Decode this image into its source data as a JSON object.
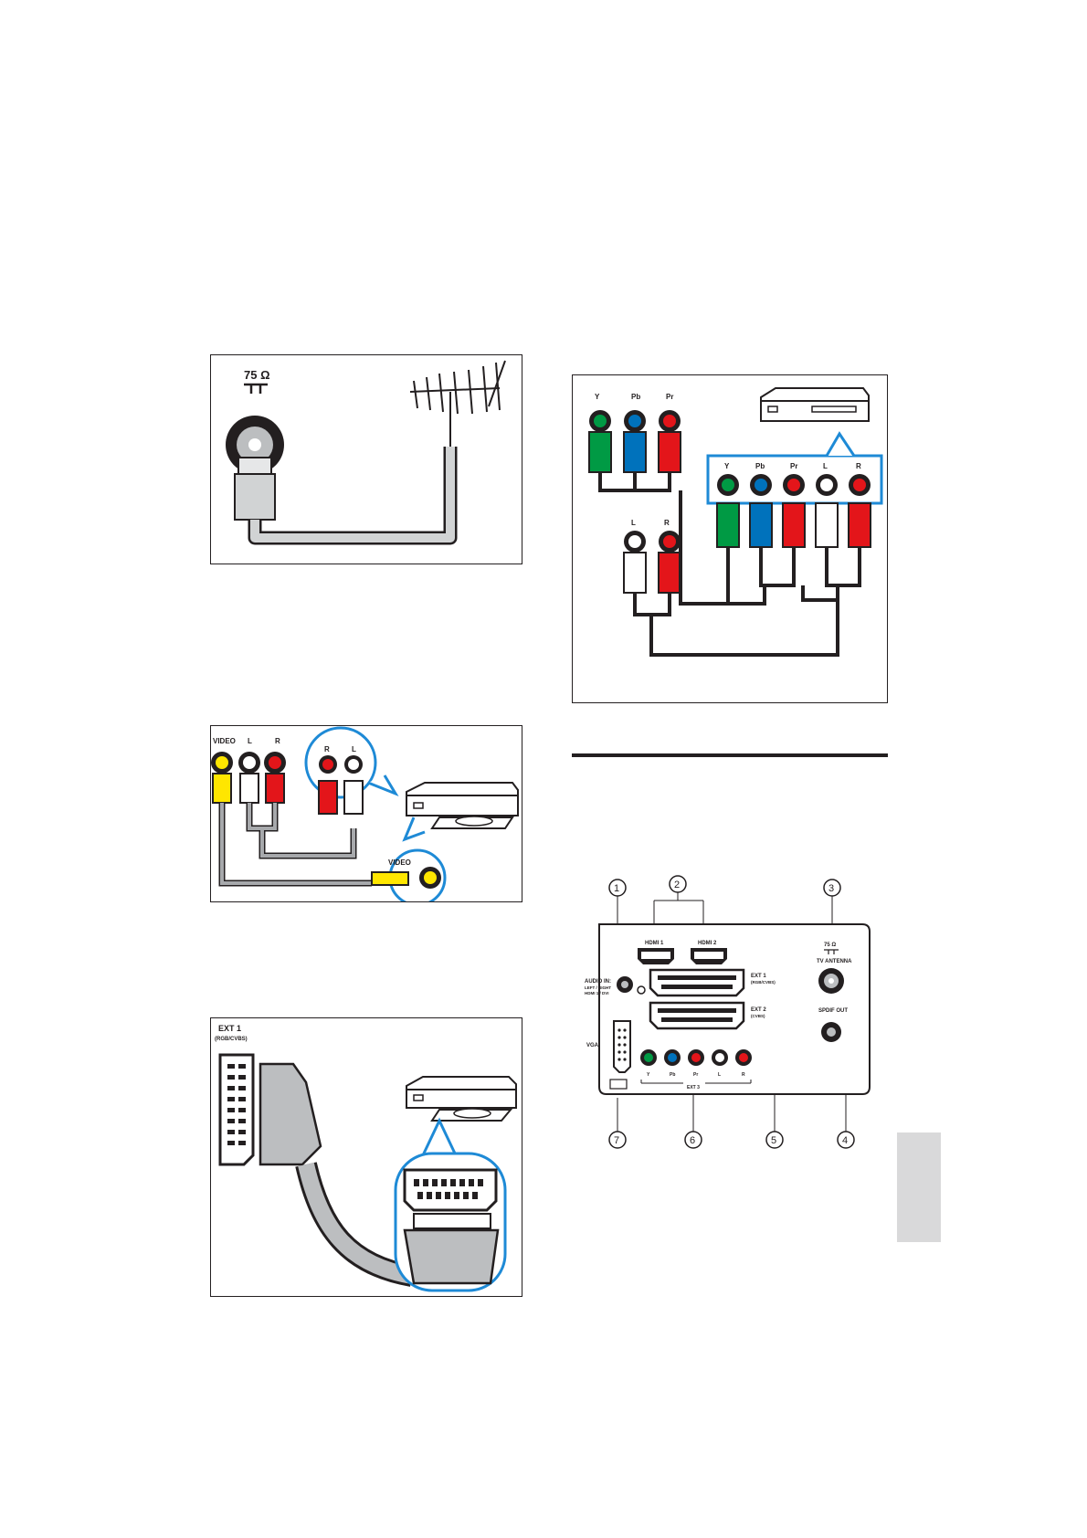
{
  "antenna": {
    "ohm_label": "75 Ω"
  },
  "composite": {
    "video_label": "VIDEO",
    "l_label": "L",
    "r_label": "R",
    "box_r": "R",
    "box_l": "L",
    "box_video": "VIDEO"
  },
  "scart": {
    "ext_label": "EXT 1",
    "ext_sub": "(RGB/CVBS)"
  },
  "component": {
    "y": "Y",
    "pb": "Pb",
    "pr": "Pr",
    "l": "L",
    "r": "R"
  },
  "colors": {
    "yellow": "#ffe600",
    "red": "#e3151a",
    "green": "#009a44",
    "blue": "#0072bc",
    "white": "#ffffff",
    "accent": "#1e8ad6",
    "gray": "#a7a9ac"
  },
  "rear_panel": {
    "callouts": [
      "1",
      "2",
      "3",
      "4",
      "5",
      "6",
      "7"
    ],
    "hdmi1": "HDMI 1",
    "hdmi2": "HDMI 2",
    "ohm": "75 Ω",
    "tv_antenna": "TV ANTENNA",
    "audio_in": "AUDIO IN:",
    "audio_in_sub1": "LEFT / RIGHT",
    "audio_in_sub2": "HDMI 1 / DVI",
    "ext1": "EXT 1",
    "ext1_sub": "(RGB/CVBS)",
    "ext2": "EXT 2",
    "ext2_sub": "(CVBS)",
    "vga": "VGA",
    "spdif": "SPDIF OUT",
    "ext3": "EXT 3",
    "ext3_ports": [
      "Y",
      "Pb",
      "Pr",
      "L",
      "R"
    ]
  }
}
